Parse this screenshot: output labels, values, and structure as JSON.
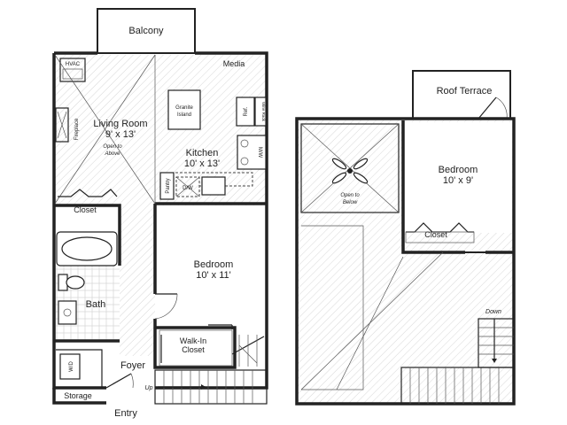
{
  "left_plan": {
    "balcony": "Balcony",
    "media": "Media",
    "hvac": "HVAC",
    "fireplace": "Fireplace",
    "living_room": "Living Room",
    "living_room_size": "9' x 13'",
    "open_to_above_1": "Open to",
    "open_to_above_2": "Above",
    "granite_island_1": "Granite",
    "granite_island_2": "Island",
    "wine_rack": "Wine Rack",
    "ref": "Ref.",
    "kitchen": "Kitchen",
    "kitchen_size": "10' x 13'",
    "mw": "M/W",
    "pantry": "Pantry",
    "dw": "D/W",
    "closet": "Closet",
    "bath": "Bath",
    "bedroom": "Bedroom",
    "bedroom_size": "10' x 11'",
    "walk_in_1": "Walk-In",
    "walk_in_2": "Closet",
    "wd": "W/D",
    "foyer": "Foyer",
    "storage": "Storage",
    "up": "Up",
    "entry": "Entry"
  },
  "right_plan": {
    "roof_terrace": "Roof Terrace",
    "bedroom": "Bedroom",
    "bedroom_size": "10' x 9'",
    "open_to_below_1": "Open to",
    "open_to_below_2": "Below",
    "closet": "Closet",
    "down": "Down"
  }
}
